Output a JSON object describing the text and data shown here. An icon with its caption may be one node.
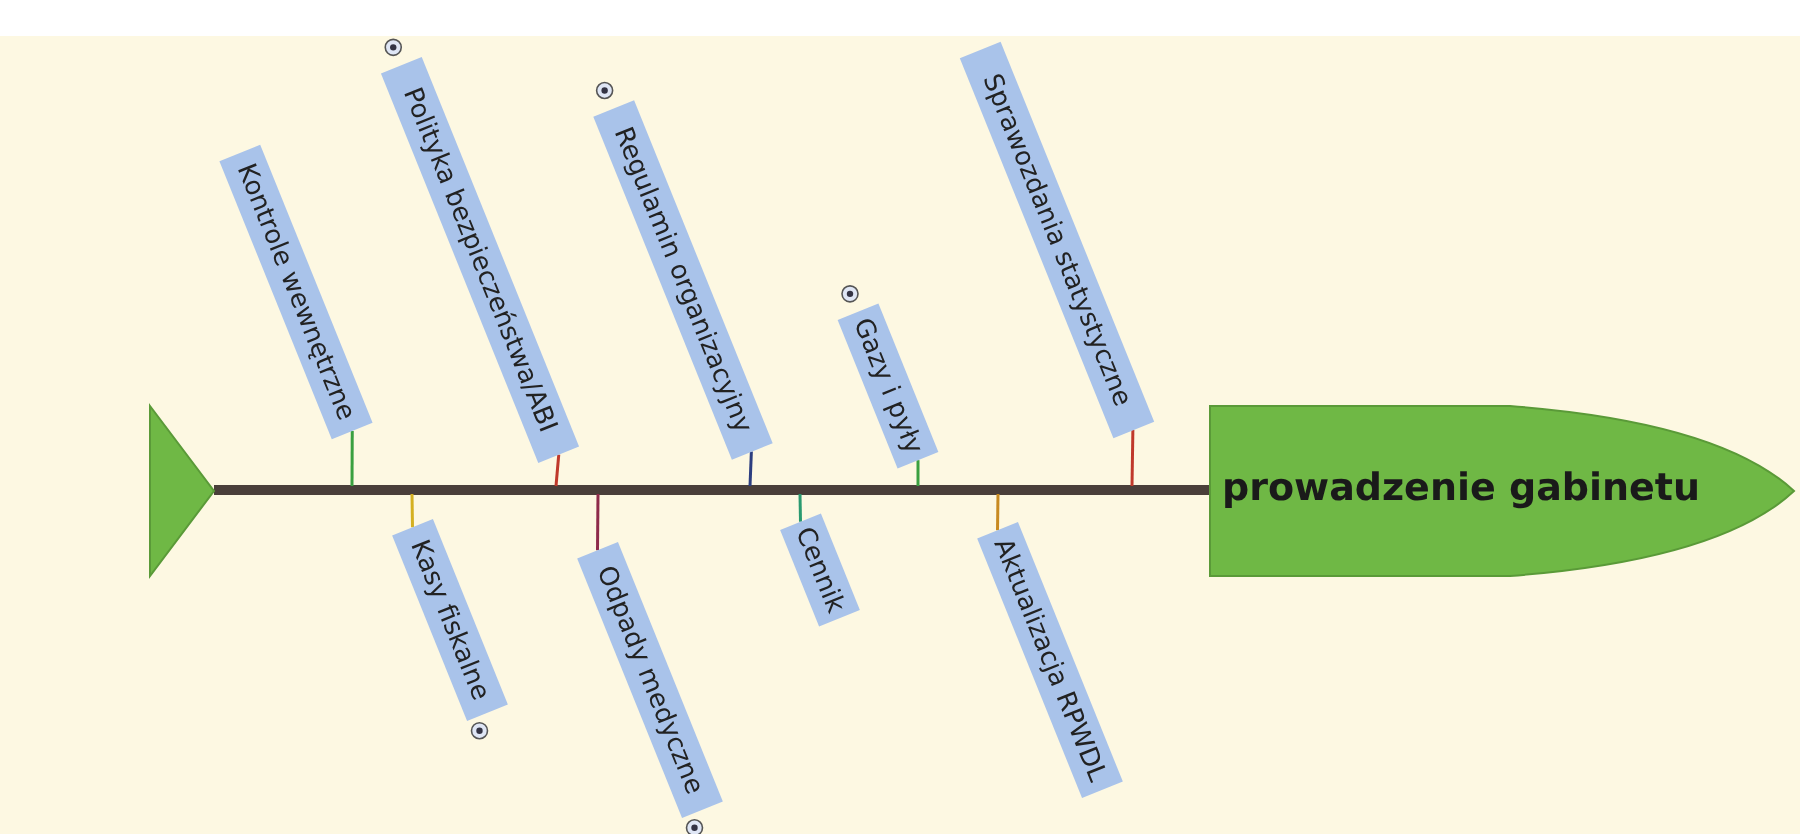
{
  "diagram": {
    "nodes": [
      {
        "text": [],
        "shape": "triangle"
      },
      {
        "text": [
          "Kontrole wewnętrzne"
        ]
      },
      {
        "text": [
          "Polityka bezpieczeństwa/ABI"
        ]
      },
      {
        "text": [
          "Regulamin organizacyjny"
        ]
      },
      {
        "text": [
          "Gazy i pyły"
        ]
      },
      {
        "text": [
          "Sprawozdania statystyczne"
        ]
      },
      {
        "text": [
          "Kasy fiskalne"
        ]
      },
      {
        "text": [
          "Odpady medyczne"
        ]
      },
      {
        "text": [
          "Cennik"
        ]
      },
      {
        "text": [
          "Aktualizacja RPWDL"
        ]
      },
      {
        "text": [
          "prowadzenie gabinetu"
        ]
      }
    ],
    "edges": [
      {
        "from": 0,
        "to": 10,
        "arrow": "none",
        "style": "thick",
        "color": "#4a3f3a"
      },
      {
        "from": 1,
        "to": null,
        "arrow": "none",
        "color": "#3aa040"
      },
      {
        "from": 2,
        "to": null,
        "arrow": "none",
        "color": "#c0392b"
      },
      {
        "from": 3,
        "to": null,
        "arrow": "none",
        "color": "#2c3e80"
      },
      {
        "from": 4,
        "to": null,
        "arrow": "none",
        "color": "#3aa040"
      },
      {
        "from": 5,
        "to": null,
        "arrow": "none",
        "color": "#c0392b"
      },
      {
        "from": 6,
        "to": null,
        "arrow": "none",
        "color": "#d4b020"
      },
      {
        "from": 7,
        "to": null,
        "arrow": "none",
        "color": "#8e2b4a"
      },
      {
        "from": 8,
        "to": null,
        "arrow": "none",
        "color": "#2a9a70"
      },
      {
        "from": 9,
        "to": null,
        "arrow": "none",
        "color": "#c88a20"
      }
    ]
  }
}
